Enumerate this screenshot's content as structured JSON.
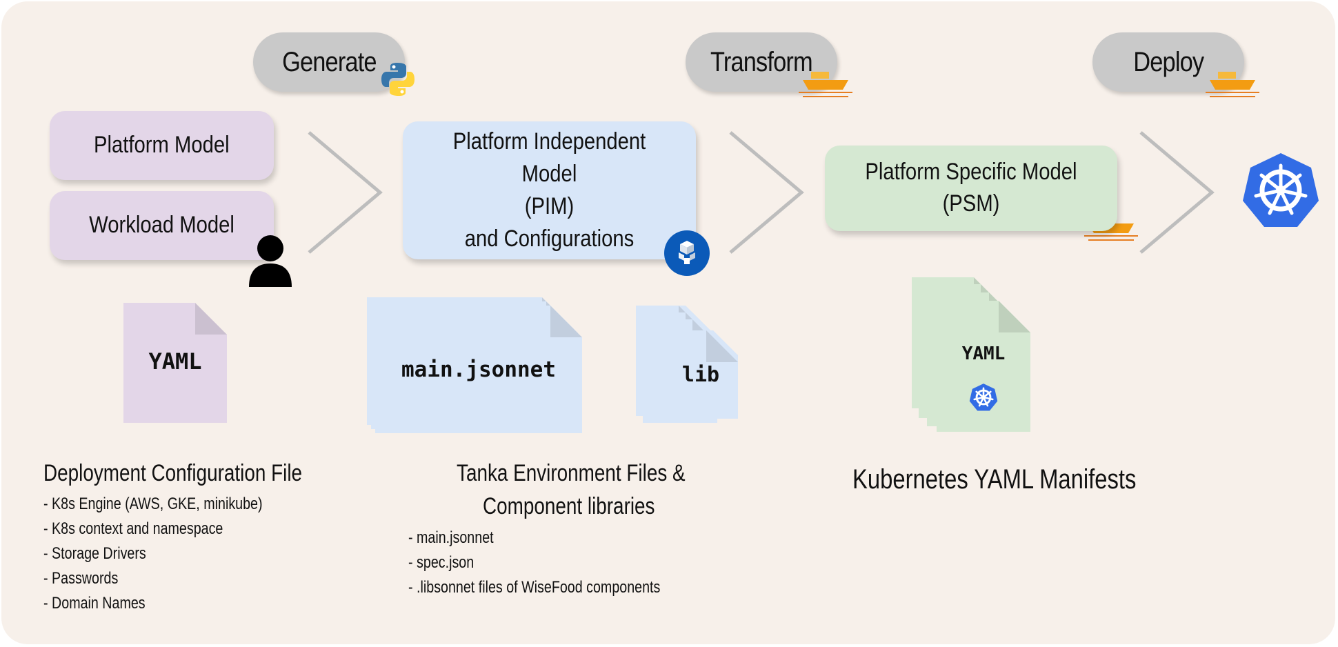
{
  "stages": [
    {
      "label": "Generate",
      "icon": "python-icon"
    },
    {
      "label": "Transform",
      "icon": "tanka-ship-icon"
    },
    {
      "label": "Deploy",
      "icon": "tanka-ship-icon"
    }
  ],
  "models": {
    "platform_model": "Platform Model",
    "workload_model": "Workload Model",
    "pim_line1": "Platform Independent Model",
    "pim_line2": "(PIM)",
    "pim_line3": "and Configurations",
    "psm": "Platform Specific Model (PSM)"
  },
  "files": {
    "yaml_doc": "YAML",
    "jsonnet_doc": "main.jsonnet",
    "lib_doc": "lib",
    "k8s_yaml_doc": "YAML"
  },
  "sections": {
    "deployment": {
      "title": "Deployment Configuration File",
      "items": [
        "K8s Engine (AWS, GKE, minikube)",
        "K8s context and namespace",
        "Storage Drivers",
        "Passwords",
        "Domain Names"
      ]
    },
    "tanka": {
      "title_line1": "Tanka Environment Files &",
      "title_line2": "Component libraries",
      "items": [
        "main.jsonnet",
        "spec.json",
        ".libsonnet files of WiseFood components"
      ]
    },
    "kubernetes": {
      "title": "Kubernetes YAML Manifests"
    }
  },
  "colors": {
    "background": "#f7f0ea",
    "pill": "#c9c9c9",
    "purple_box": "#e3d6e8",
    "blue_box": "#d8e6f8",
    "green_box": "#d5e8d2",
    "kubernetes_blue": "#326ce5",
    "ship_orange": "#f39c12"
  }
}
